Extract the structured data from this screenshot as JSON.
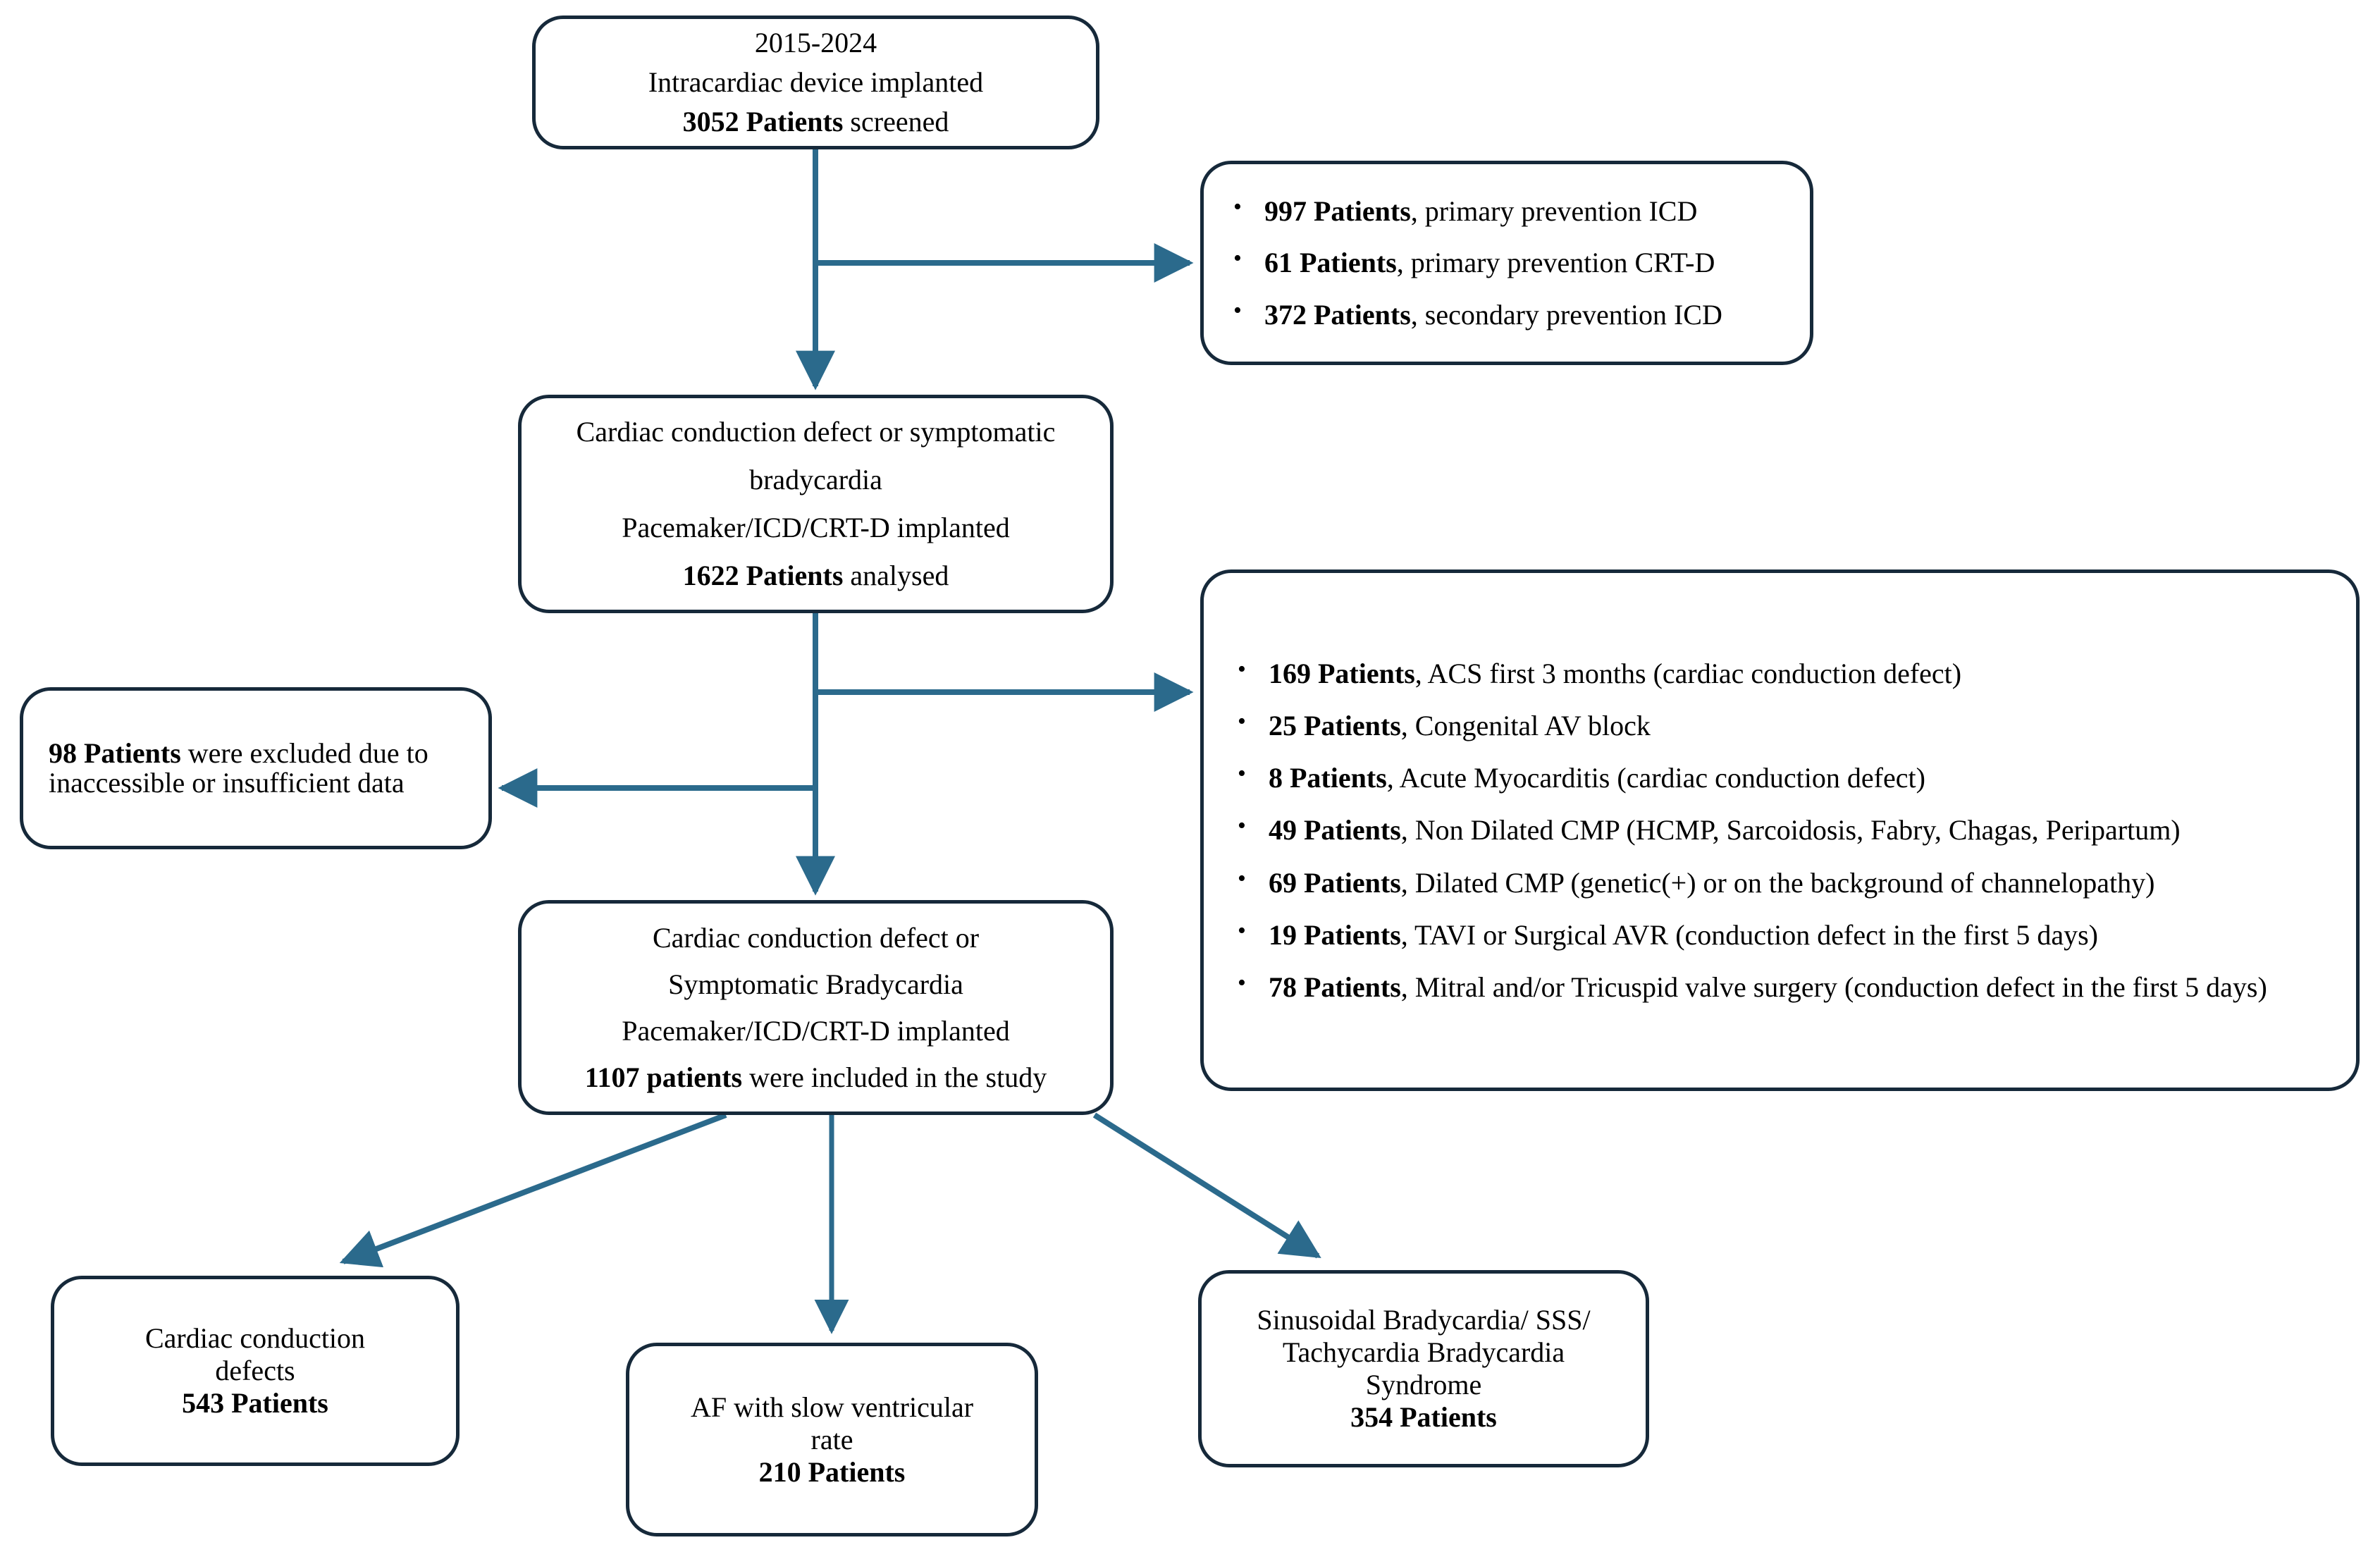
{
  "diagram": {
    "type": "patient-flow-chart",
    "accent_arrow_color": "#2b6a8c",
    "box_border_color": "#16293a",
    "background_color": "#ffffff"
  },
  "boxes": {
    "screened": {
      "line1": "2015-2024",
      "line2": "Intracardiac device implanted",
      "line3_bold": "3052 Patients",
      "line3_rest": " screened"
    },
    "device_exclusions": {
      "items": [
        {
          "bold": "997 Patients",
          "rest": ", primary prevention ICD"
        },
        {
          "bold": "61 Patients",
          "rest": ", primary prevention CRT-D"
        },
        {
          "bold": "372 Patients",
          "rest": ", secondary prevention ICD"
        }
      ]
    },
    "analysed": {
      "line1": "Cardiac conduction defect or symptomatic",
      "line2": "bradycardia",
      "line3": "Pacemaker/ICD/CRT-D implanted",
      "line4_bold": "1622 Patients",
      "line4_rest": " analysed"
    },
    "excluded_data": {
      "bold": "98 Patients",
      "rest": " were excluded due to inaccessible or insufficient data"
    },
    "criteria_exclusions": {
      "items": [
        {
          "bold": "169 Patients",
          "rest": ", ACS first 3 months (cardiac conduction defect)"
        },
        {
          "bold": "25 Patients",
          "rest": ", Congenital AV block"
        },
        {
          "bold": "8 Patients",
          "rest": ", Acute Myocarditis (cardiac conduction defect)"
        },
        {
          "bold": "49 Patients",
          "rest": ", Non Dilated CMP (HCMP, Sarcoidosis, Fabry, Chagas, Peripartum)"
        },
        {
          "bold": "69 Patients",
          "rest": ", Dilated CMP (genetic(+) or on the background of channelopathy)"
        },
        {
          "bold": "19 Patients",
          "rest": ", TAVI or Surgical AVR (conduction defect in the  first 5 days)"
        },
        {
          "bold": "78 Patients",
          "rest": ", Mitral and/or Tricuspid valve surgery (conduction defect in the first 5 days)"
        }
      ]
    },
    "included": {
      "line1": "Cardiac conduction defect or",
      "line2": "Symptomatic Bradycardia",
      "line3": "Pacemaker/ICD/CRT-D implanted",
      "line4_bold": "1107 patients",
      "line4_rest": " were included in the study"
    },
    "outcome_ccd": {
      "line1": "Cardiac conduction",
      "line2": "defects",
      "line3_bold": "543 Patients"
    },
    "outcome_af": {
      "line1": "AF with slow ventricular",
      "line2": "rate",
      "line3_bold": "210 Patients"
    },
    "outcome_sss": {
      "line1": "Sinusoidal Bradycardia/ SSS/",
      "line2": "Tachycardia Bradycardia",
      "line3": "Syndrome",
      "line4_bold": "354 Patients"
    }
  }
}
